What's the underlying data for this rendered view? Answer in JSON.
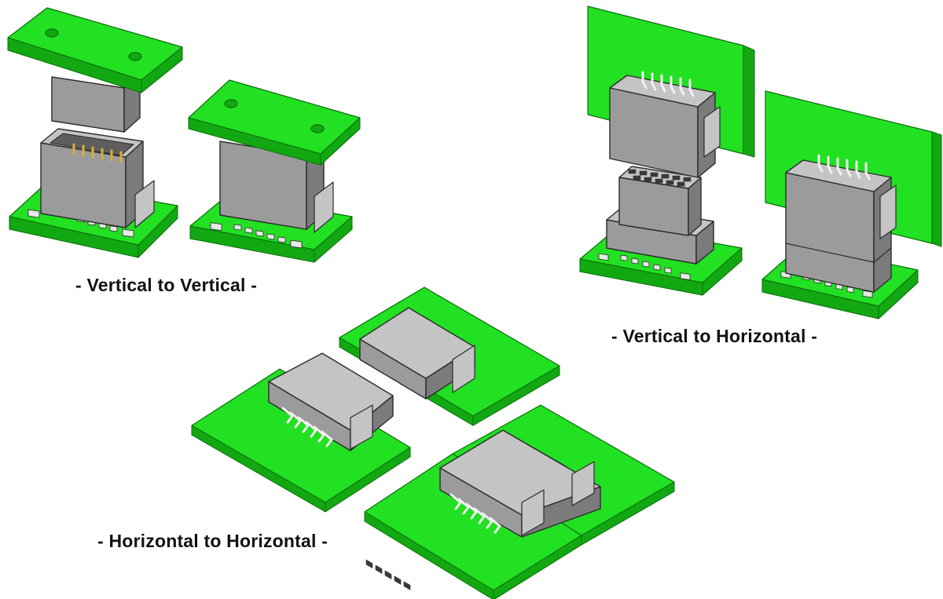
{
  "captions": {
    "vertical_to_vertical": "- Vertical to Vertical -",
    "vertical_to_horizontal": "- Vertical to Horizontal -",
    "horizontal_to_horizontal": "- Horizontal to Horizontal -"
  },
  "colors": {
    "pcb_top": "#22e022",
    "pcb_side": "#12a812",
    "pcb_edge": "#0b6e0b",
    "housing_front": "#9b9b9b",
    "housing_side": "#7b7b7b",
    "housing_top": "#c4c4c4",
    "outline": "#2b2b2b",
    "pad": "#e8e8e8",
    "pin_gold": "#d9b038"
  }
}
